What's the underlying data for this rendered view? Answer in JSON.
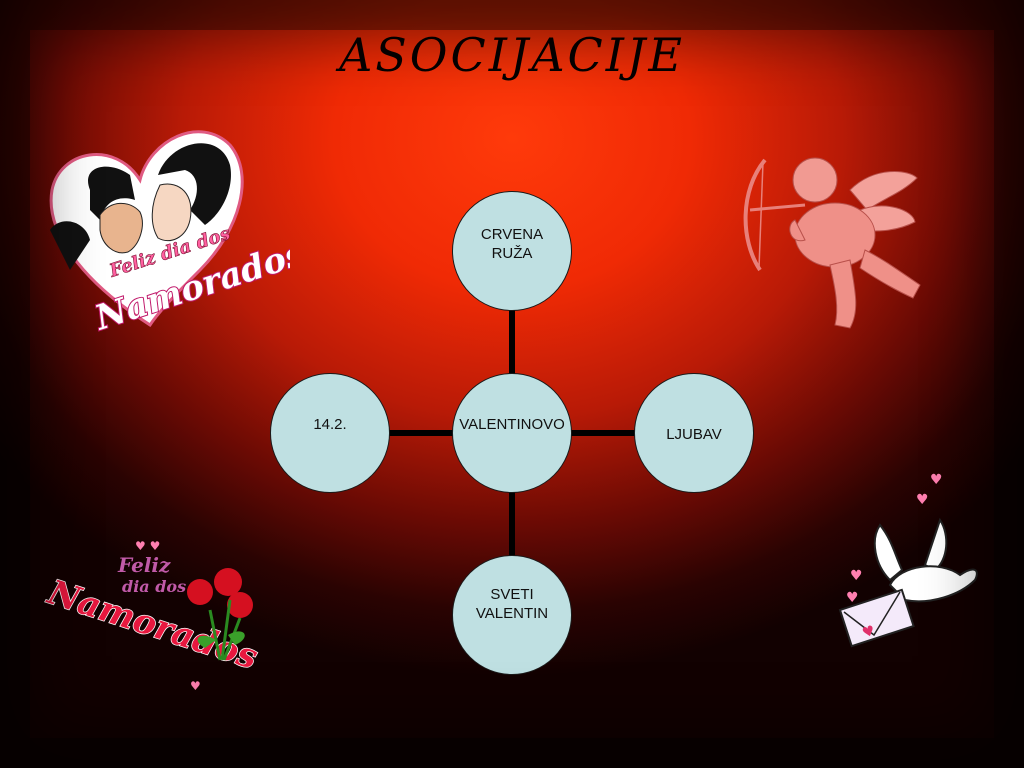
{
  "title": "ASOCIJACIJE",
  "center": {
    "label": "VALENTINOVO"
  },
  "nodes": {
    "top": {
      "label": "CRVENA\nRUŽA"
    },
    "left": {
      "label": "14.2."
    },
    "right": {
      "label": "LJUBAV"
    },
    "bottom": {
      "label": "SVETI\nVALENTIN"
    }
  },
  "clipart": {
    "top_left": {
      "line1": "Feliz dia dos",
      "line2": "Namorados"
    },
    "bottom_left": {
      "line1": "Feliz",
      "line2": "dia dos",
      "line3": "Namorados"
    }
  },
  "colors": {
    "node_fill": "#bfe0e2",
    "background_center": "#ff3a0a",
    "connector": "#000000"
  }
}
